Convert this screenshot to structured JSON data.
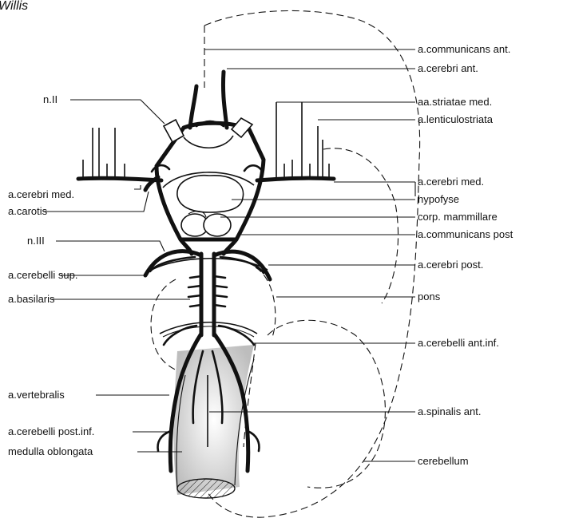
{
  "title": "Willis",
  "labels": {
    "a_communicans_ant": "a.communicans ant.",
    "a_cerebri_ant": "a.cerebri ant.",
    "n_II": "n.II",
    "aa_striatae_med": "aa.striatae med.",
    "a_lenticulostriata": "a.lenticulostriata",
    "a_cerebri_med_right": "a.cerebri med.",
    "a_cerebri_med_left": "a.cerebri med.",
    "hypofyse": "hypofyse",
    "a_carotis": "a.carotis",
    "corp_mammillare": "corp. mammillare",
    "n_III": "n.III",
    "a_communicans_post": "a.communicans post",
    "a_cerebelli_sup": "a.cerebelli sup.",
    "a_cerebri_post": "a.cerebri post.",
    "a_basilaris": "a.basilaris",
    "pons": "pons",
    "a_cerebelli_ant_inf": "a.cerebelli ant.inf.",
    "a_vertebralis": "a.vertebralis",
    "a_spinalis_ant": "a.spinalis ant.",
    "a_cerebelli_post_inf": "a.cerebelli post.inf.",
    "medulla_oblongata": "medulla oblongata",
    "cerebellum": "cerebellum"
  }
}
